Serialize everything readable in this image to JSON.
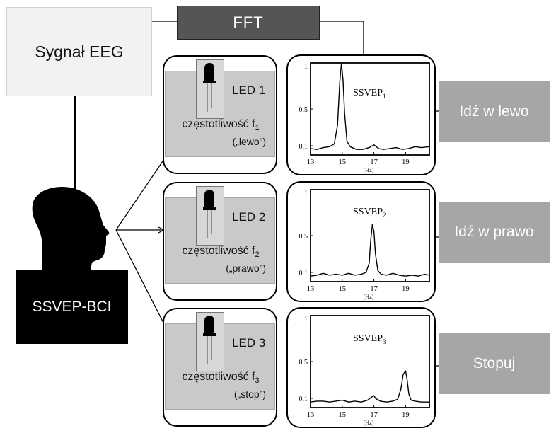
{
  "source_label": "Sygnał EEG",
  "fft_label": "FFT",
  "bci_label": "SSVEP-BCI",
  "leds": [
    {
      "name": "LED  1",
      "freq_text": "częstotliwość f",
      "freq_sub": "1",
      "command": "(„lewo”)"
    },
    {
      "name": "LED 2",
      "freq_text": "częstotliwość f",
      "freq_sub": "2",
      "command": "(„prawo”)"
    },
    {
      "name": "LED 3",
      "freq_text": "częstotliwość f",
      "freq_sub": "3",
      "command": "(„stop”)"
    }
  ],
  "actions": [
    "Idź w lewo",
    "Idź w prawo",
    "Stopuj"
  ],
  "chart_data": [
    {
      "type": "line",
      "title": "SSVEP",
      "title_sub": "1",
      "xlabel": "(Hz)",
      "xlim": [
        13,
        20.5
      ],
      "ylim": [
        0,
        1
      ],
      "xticks": [
        13,
        15,
        17,
        19
      ],
      "yticks": [
        1,
        0.5,
        0.1
      ],
      "x": [
        13.0,
        13.4,
        13.8,
        14.2,
        14.5,
        14.7,
        14.85,
        14.95,
        15.05,
        15.15,
        15.3,
        15.5,
        15.9,
        16.3,
        16.7,
        17.0,
        17.3,
        17.6,
        18.0,
        18.4,
        18.8,
        19.2,
        19.6,
        20.0,
        20.5
      ],
      "y": [
        0.07,
        0.06,
        0.08,
        0.09,
        0.12,
        0.32,
        0.8,
        1.0,
        0.82,
        0.45,
        0.15,
        0.09,
        0.06,
        0.06,
        0.08,
        0.11,
        0.07,
        0.06,
        0.07,
        0.08,
        0.06,
        0.07,
        0.09,
        0.08,
        0.09
      ]
    },
    {
      "type": "line",
      "title": "SSVEP",
      "title_sub": "2",
      "xlabel": "(Hz)",
      "xlim": [
        13,
        20.5
      ],
      "ylim": [
        0,
        1
      ],
      "xticks": [
        13,
        15,
        17,
        19
      ],
      "yticks": [
        1,
        0.5,
        0.1
      ],
      "x": [
        13.0,
        13.4,
        13.8,
        14.2,
        14.6,
        15.0,
        15.4,
        15.8,
        16.2,
        16.5,
        16.7,
        16.8,
        16.9,
        17.0,
        17.1,
        17.25,
        17.45,
        17.8,
        18.2,
        18.6,
        19.0,
        19.4,
        19.8,
        20.2,
        20.5
      ],
      "y": [
        0.06,
        0.07,
        0.09,
        0.07,
        0.08,
        0.07,
        0.09,
        0.07,
        0.08,
        0.1,
        0.2,
        0.45,
        0.62,
        0.55,
        0.3,
        0.12,
        0.08,
        0.07,
        0.09,
        0.07,
        0.06,
        0.07,
        0.06,
        0.08,
        0.07
      ]
    },
    {
      "type": "line",
      "title": "SSVEP",
      "title_sub": "3",
      "xlabel": "(Hz)",
      "xlim": [
        13,
        20.5
      ],
      "ylim": [
        0,
        1
      ],
      "xticks": [
        13,
        15,
        17,
        19
      ],
      "yticks": [
        1,
        0.5,
        0.1
      ],
      "x": [
        13.0,
        13.4,
        13.8,
        14.2,
        14.6,
        15.0,
        15.4,
        15.8,
        16.2,
        16.6,
        16.9,
        17.0,
        17.1,
        17.4,
        17.8,
        18.2,
        18.5,
        18.7,
        18.85,
        19.0,
        19.1,
        19.2,
        19.35,
        19.6,
        20.0,
        20.5
      ],
      "y": [
        0.06,
        0.07,
        0.07,
        0.06,
        0.07,
        0.08,
        0.06,
        0.07,
        0.06,
        0.08,
        0.12,
        0.13,
        0.1,
        0.07,
        0.06,
        0.07,
        0.09,
        0.2,
        0.36,
        0.4,
        0.3,
        0.15,
        0.08,
        0.07,
        0.06,
        0.06
      ]
    }
  ]
}
